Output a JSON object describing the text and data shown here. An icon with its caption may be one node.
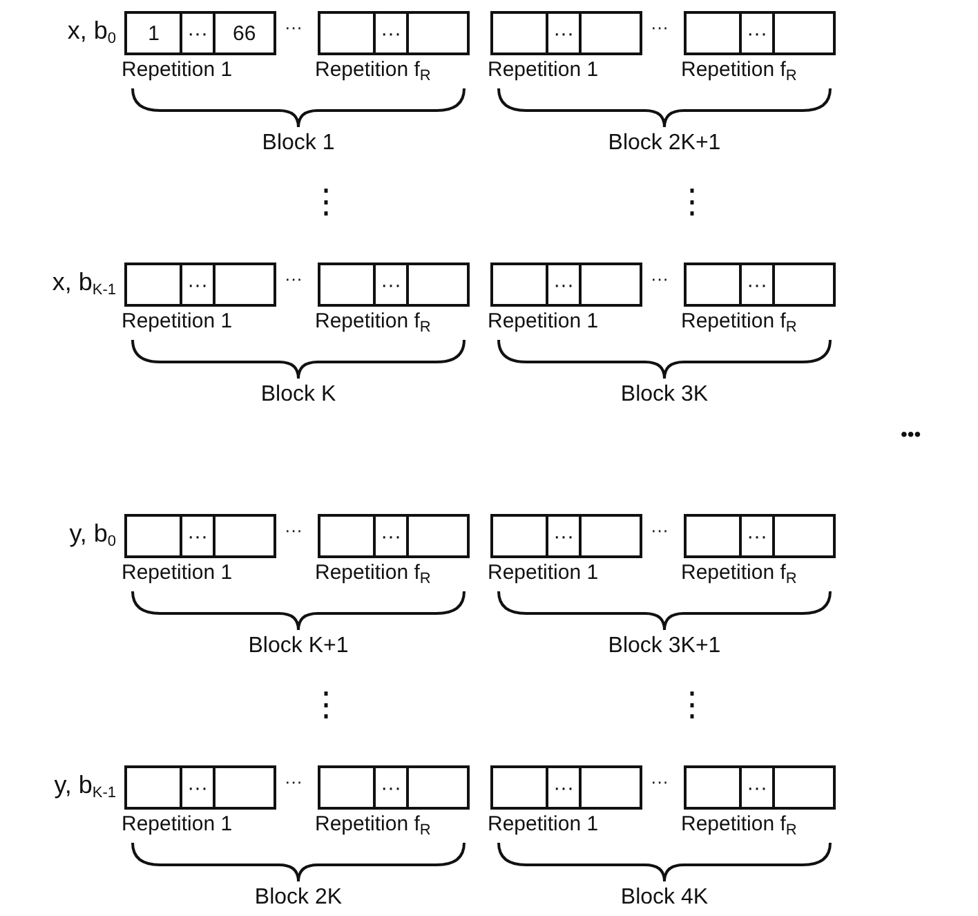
{
  "diagram": {
    "nodes": [
      {
        "text": [],
        "shape": "box",
        "beside": [
          "Repetition 1"
        ]
      },
      {
        "text": [
          "1"
        ],
        "in": 0
      },
      {
        "text": [
          "···"
        ],
        "in": 0
      },
      {
        "text": [
          "66"
        ],
        "in": 0
      },
      {
        "text": [],
        "shape": "box",
        "beside": [
          "Repetition f$_{R}$"
        ]
      },
      {
        "text": [],
        "shape": "box",
        "in": 4
      },
      {
        "text": [
          "···"
        ],
        "in": 4
      },
      {
        "text": [],
        "shape": "box",
        "in": 4
      },
      {
        "text": [],
        "shape": "box",
        "beside": [
          "Repetition 1"
        ]
      },
      {
        "text": [],
        "shape": "box",
        "in": 8
      },
      {
        "text": [
          "···"
        ],
        "in": 8
      },
      {
        "text": [],
        "shape": "box",
        "in": 8
      },
      {
        "text": [],
        "shape": "box",
        "beside": [
          "Repetition f$_{R}$"
        ]
      },
      {
        "text": [],
        "shape": "box",
        "in": 12
      },
      {
        "text": [
          "···"
        ],
        "in": 12
      },
      {
        "text": [],
        "shape": "box",
        "in": 12
      },
      {
        "text": [],
        "shape": "box",
        "beside": [
          "Repetition 1"
        ]
      },
      {
        "text": [],
        "shape": "box",
        "in": 16
      },
      {
        "text": [
          "···"
        ],
        "in": 16
      },
      {
        "text": [],
        "shape": "box",
        "in": 16
      },
      {
        "text": [],
        "shape": "box",
        "beside": [
          "Repetition f$_{R}$"
        ]
      },
      {
        "text": [],
        "shape": "box",
        "in": 20
      },
      {
        "text": [
          "···"
        ],
        "in": 20
      },
      {
        "text": [],
        "shape": "box",
        "in": 20
      },
      {
        "text": [],
        "shape": "box",
        "beside": [
          "Repetition 1"
        ]
      },
      {
        "text": [],
        "shape": "box",
        "in": 24
      },
      {
        "text": [
          "···"
        ],
        "in": 24
      },
      {
        "text": [],
        "shape": "box",
        "in": 24
      },
      {
        "text": [],
        "shape": "box",
        "beside": [
          "Repetition f$_{R}$"
        ]
      },
      {
        "text": [],
        "shape": "box",
        "in": 28
      },
      {
        "text": [
          "···"
        ],
        "in": 28
      },
      {
        "text": [],
        "shape": "box",
        "in": 28
      },
      {
        "text": [],
        "shape": "box",
        "beside": [
          "Repetition 1"
        ]
      },
      {
        "text": [],
        "shape": "box",
        "in": 32
      },
      {
        "text": [
          "···"
        ],
        "in": 32
      },
      {
        "text": [],
        "shape": "box",
        "in": 32
      },
      {
        "text": [],
        "shape": "box",
        "beside": [
          "Repetition f$_{R}$"
        ]
      },
      {
        "text": [],
        "shape": "box",
        "in": 36
      },
      {
        "text": [
          "···"
        ],
        "in": 36
      },
      {
        "text": [],
        "shape": "box",
        "in": 36
      },
      {
        "text": [],
        "shape": "box",
        "beside": [
          "Repetition 1"
        ]
      },
      {
        "text": [],
        "shape": "box",
        "in": 40
      },
      {
        "text": [
          "···"
        ],
        "in": 40
      },
      {
        "text": [],
        "shape": "box",
        "in": 40
      },
      {
        "text": [],
        "shape": "box",
        "beside": [
          "Repetition f$_{R}$"
        ]
      },
      {
        "text": [],
        "shape": "box",
        "in": 44
      },
      {
        "text": [
          "···"
        ],
        "in": 44
      },
      {
        "text": [],
        "shape": "box",
        "in": 44
      },
      {
        "text": [],
        "shape": "box",
        "beside": [
          "Repetition 1"
        ]
      },
      {
        "text": [],
        "shape": "box",
        "in": 48
      },
      {
        "text": [
          "···"
        ],
        "in": 48
      },
      {
        "text": [],
        "shape": "box",
        "in": 48
      },
      {
        "text": [],
        "shape": "box",
        "beside": [
          "Repetition f$_{R}$"
        ]
      },
      {
        "text": [],
        "shape": "box",
        "in": 52
      },
      {
        "text": [
          "···"
        ],
        "in": 52
      },
      {
        "text": [],
        "shape": "box",
        "in": 52
      },
      {
        "text": [],
        "shape": "box",
        "beside": [
          "Repetition 1"
        ]
      },
      {
        "text": [],
        "shape": "box",
        "in": 56
      },
      {
        "text": [
          "···"
        ],
        "in": 56
      },
      {
        "text": [],
        "shape": "box",
        "in": 56
      },
      {
        "text": [],
        "shape": "box",
        "beside": [
          "Repetition f$_{R}$"
        ]
      },
      {
        "text": [],
        "shape": "box",
        "in": 60
      },
      {
        "text": [
          "···"
        ],
        "in": 60
      },
      {
        "text": [],
        "shape": "box",
        "in": 60
      }
    ],
    "labels": [
      "x, b$_{0}$",
      "···",
      "···",
      "Block 1",
      "Block 2K+1",
      "⋮",
      "⋮",
      "x, b$_{K-1}$",
      "···",
      "···",
      "Block K",
      "Block 3K",
      "•••",
      "y, b$_{0}$",
      "···",
      "···",
      "Block K+1",
      "Block 3K+1",
      "⋮",
      "⋮",
      "y, b$_{K-1}$",
      "···",
      "···",
      "Block 2K",
      "Block 4K"
    ]
  }
}
